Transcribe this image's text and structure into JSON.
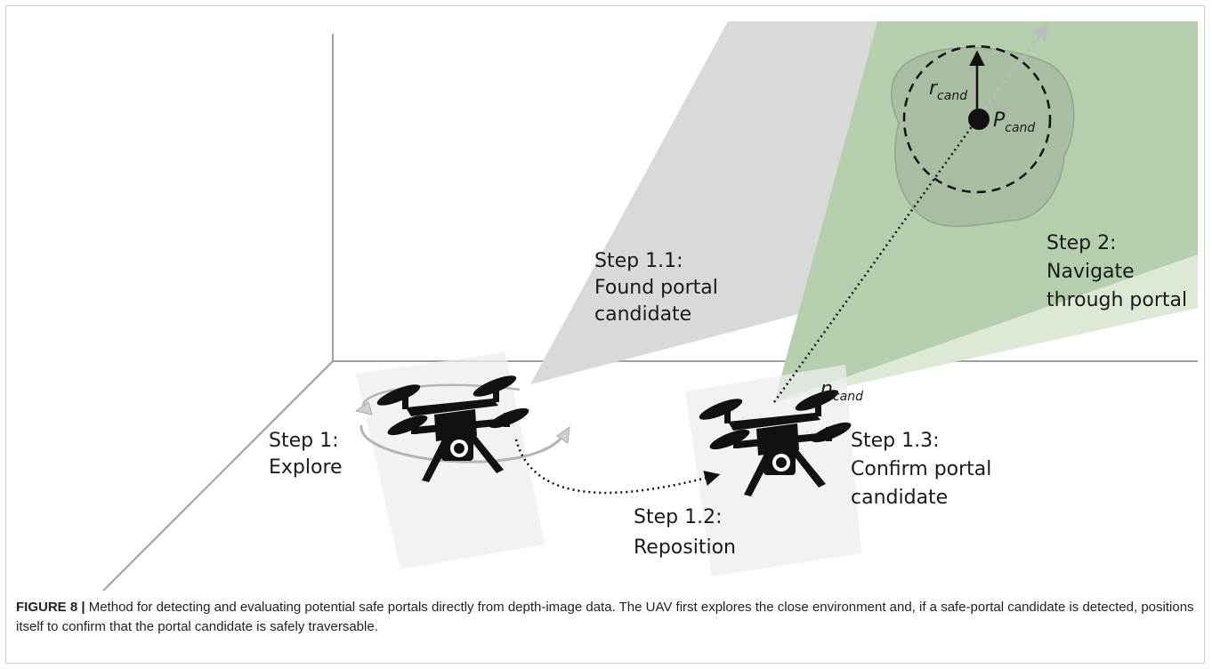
{
  "diagram": {
    "step1": [
      "Step 1:",
      "Explore"
    ],
    "step1_1": [
      "Step 1.1:",
      "Found portal",
      "candidate"
    ],
    "step1_2": [
      "Step 1.2:",
      "Reposition"
    ],
    "step1_3": [
      "Step 1.3:",
      "Confirm portal",
      "candidate"
    ],
    "step2": [
      "Step 2:",
      "Navigate",
      "through portal"
    ],
    "r_cand": {
      "main": "r",
      "sub": "cand"
    },
    "p_cand": {
      "main": "P",
      "sub": "cand"
    },
    "n_cand": {
      "main": "n",
      "sub": "cand"
    }
  },
  "caption": {
    "label": "FIGURE 8 |",
    "text": "Method for detecting and evaluating potential safe portals directly from depth-image data. The UAV first explores the close environment and, if a safe-portal candidate is detected, positions itself to confirm that the portal candidate is safely traversable."
  },
  "colors": {
    "gray_cone": "#d9d9d9",
    "green_cone": "#b5cfae",
    "light_green_cone": "#dde9d6",
    "portal_fill": "#a8bda1",
    "axis": "#a0a0a0",
    "drone": "#111111"
  }
}
